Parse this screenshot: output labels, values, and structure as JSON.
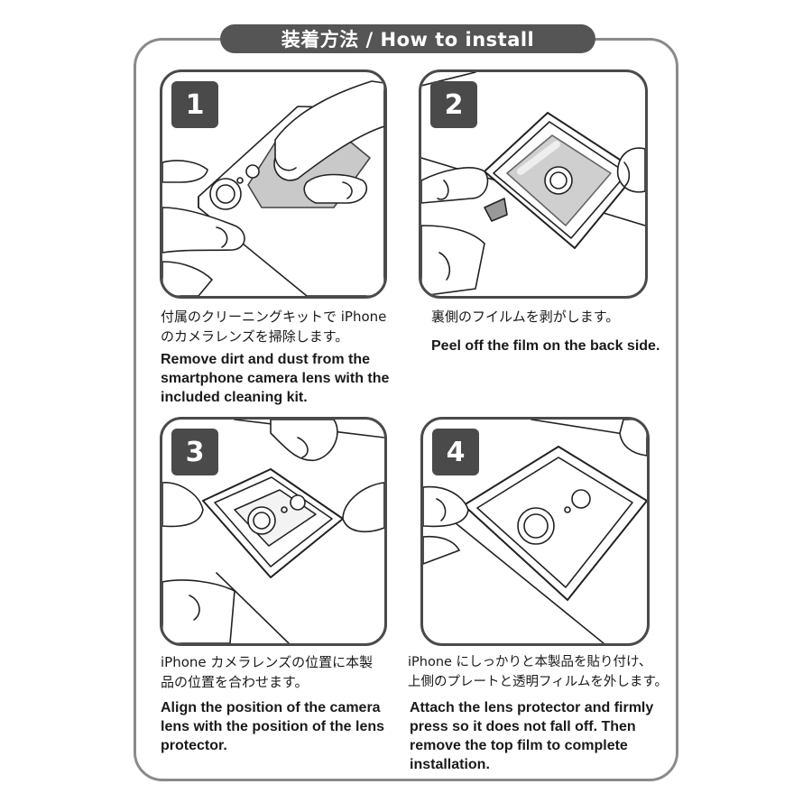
{
  "header": {
    "title": "装着方法 / How to install"
  },
  "steps": [
    {
      "number": "1",
      "jp": [
        "付属のクリーニングキットで iPhone",
        "のカメラレンズを掃除します。"
      ],
      "en": [
        "Remove dirt and dust from the",
        "smartphone camera lens with the",
        "included cleaning kit."
      ]
    },
    {
      "number": "2",
      "jp": [
        "裏側のフイルムを剥がします。"
      ],
      "en": [
        "Peel off the film on the back side."
      ]
    },
    {
      "number": "3",
      "jp": [
        "iPhone カメラレンズの位置に本製",
        "品の位置を合わせます。"
      ],
      "en": [
        "Align the position of the camera",
        "lens with the position of the lens",
        "protector."
      ]
    },
    {
      "number": "4",
      "jp": [
        "iPhone にしっかりと本製品を貼り付け、",
        "上側のプレートと透明フィルムを外します。"
      ],
      "en": [
        "Attach the lens protector and firmly",
        "press so it does not fall off. Then",
        "remove the top film to complete",
        "installation."
      ]
    }
  ],
  "colors": {
    "frame": "#8a8a8a",
    "panel_border": "#4a4a4a",
    "badge": "#4a4a4a",
    "pill": "#555555"
  }
}
